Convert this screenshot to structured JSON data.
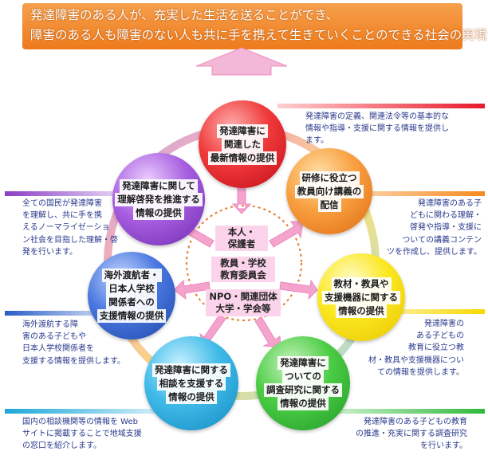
{
  "banner": {
    "lines": [
      "発達障害のある人が、充実した生活を送ることができ、",
      "障害のある人も障害のない人も共に手を携えて生きていくことのできる社会の実現"
    ]
  },
  "center": {
    "items": [
      {
        "lines": [
          "本人・",
          "保護者"
        ]
      },
      {
        "lines": [
          "教員・学校",
          "教育委員会"
        ]
      },
      {
        "lines": [
          "NPO・関連団体",
          "大学・学会等"
        ]
      }
    ]
  },
  "topics": [
    {
      "id": "latest-info",
      "color": "#e8192c",
      "lines": [
        "発達障害に",
        "関連した",
        "最新情報の提供"
      ],
      "note": [
        "発達障害の定義、関連法令等の基本的な",
        "情報や指導・支援に関する情報を提供し",
        "ます。"
      ]
    },
    {
      "id": "training",
      "color": "#f58a1f",
      "lines": [
        "研修に役立つ",
        "教員向け講義の",
        "配信"
      ],
      "note": [
        "発達障害のある子",
        "どもに関わる理解・",
        "啓発や指導・支援に",
        "ついての講義コンテン",
        "ツを作成し、提供します。"
      ]
    },
    {
      "id": "materials",
      "color": "#f7d800",
      "lines": [
        "教材・教具や",
        "支援機器に関する",
        "情報の提供"
      ],
      "note": [
        "発達障害の",
        "ある子どもの",
        "教育に役立つ教",
        "材・教具や支援機器につい",
        "ての情報を提供します。"
      ]
    },
    {
      "id": "research",
      "color": "#2fb83a",
      "lines": [
        "発達障害に",
        "ついての",
        "調査研究に関する",
        "情報の提供"
      ],
      "note": [
        "発達障害のある子どもの教育",
        "の推進・充実に関する調査研究",
        "を行います。"
      ]
    },
    {
      "id": "consultation",
      "color": "#1da7d8",
      "lines": [
        "発達障害に関する",
        "相談を支援する",
        "情報の提供"
      ],
      "note": [
        "国内の相談機関等の情報を Web",
        "サイトに掲載することで地域支援",
        "の窓口を紹介します。"
      ]
    },
    {
      "id": "overseas",
      "color": "#2a5dc6",
      "lines": [
        "海外渡航者・",
        "日本人学校",
        "関係者への",
        "支援情報の提供"
      ],
      "note": [
        "海外渡航する障",
        "害のある子どもや",
        "日本人学校関係者を",
        "支援する情報を提供します。"
      ]
    },
    {
      "id": "awareness",
      "color": "#8a3fc4",
      "lines": [
        "発達障害に関して",
        "理解啓発を推進する",
        "情報の提供"
      ],
      "note": [
        "全ての国民が発達障害",
        "を理解し、共に手を携",
        "えるノーマライゼーショ",
        "ン社会を目指した理解・啓",
        "発を行います。"
      ]
    }
  ]
}
